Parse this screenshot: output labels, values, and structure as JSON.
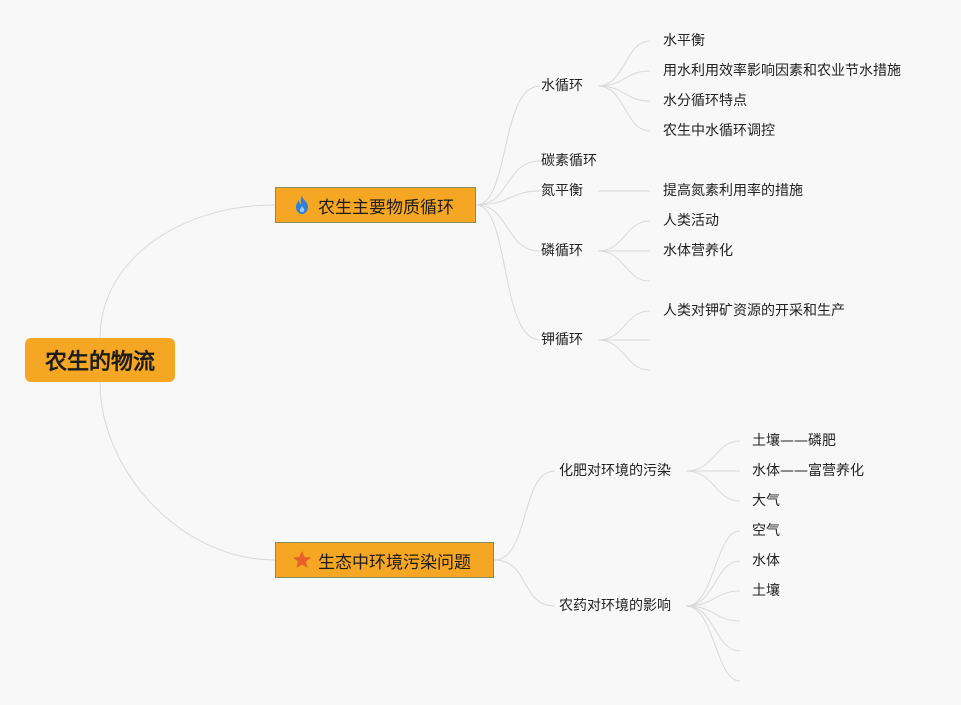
{
  "root": "农生的物流",
  "branch1": {
    "label": "农生主要物质循环",
    "icon": "fire-icon",
    "water": {
      "label": "水循环",
      "items": [
        "水平衡",
        "用水利用效率影响因素和农业节水措施",
        "水分循环特点",
        "农生中水循环调控"
      ]
    },
    "carbon": {
      "label": "碳素循环"
    },
    "nitrogen": {
      "label": "氮平衡",
      "items": [
        "提高氮素利用率的措施"
      ]
    },
    "phosphorus": {
      "label": "磷循环",
      "items": [
        "人类活动",
        "水体营养化"
      ]
    },
    "potassium": {
      "label": "钾循环",
      "items": [
        "人类对钾矿资源的开采和生产"
      ]
    }
  },
  "branch2": {
    "label": "生态中环境污染问题",
    "icon": "star-icon",
    "fertilizer": {
      "label": "化肥对环境的污染",
      "items": [
        "土壤——磷肥",
        "水体——富营养化",
        "大气"
      ]
    },
    "pesticide": {
      "label": "农药对环境的影响",
      "items": [
        "空气",
        "水体",
        "土壤"
      ]
    }
  },
  "colors": {
    "node_fill": "#f5a623",
    "line": "#d9d9d9",
    "fire": "#2f7fd8",
    "star": "#e8602c"
  }
}
